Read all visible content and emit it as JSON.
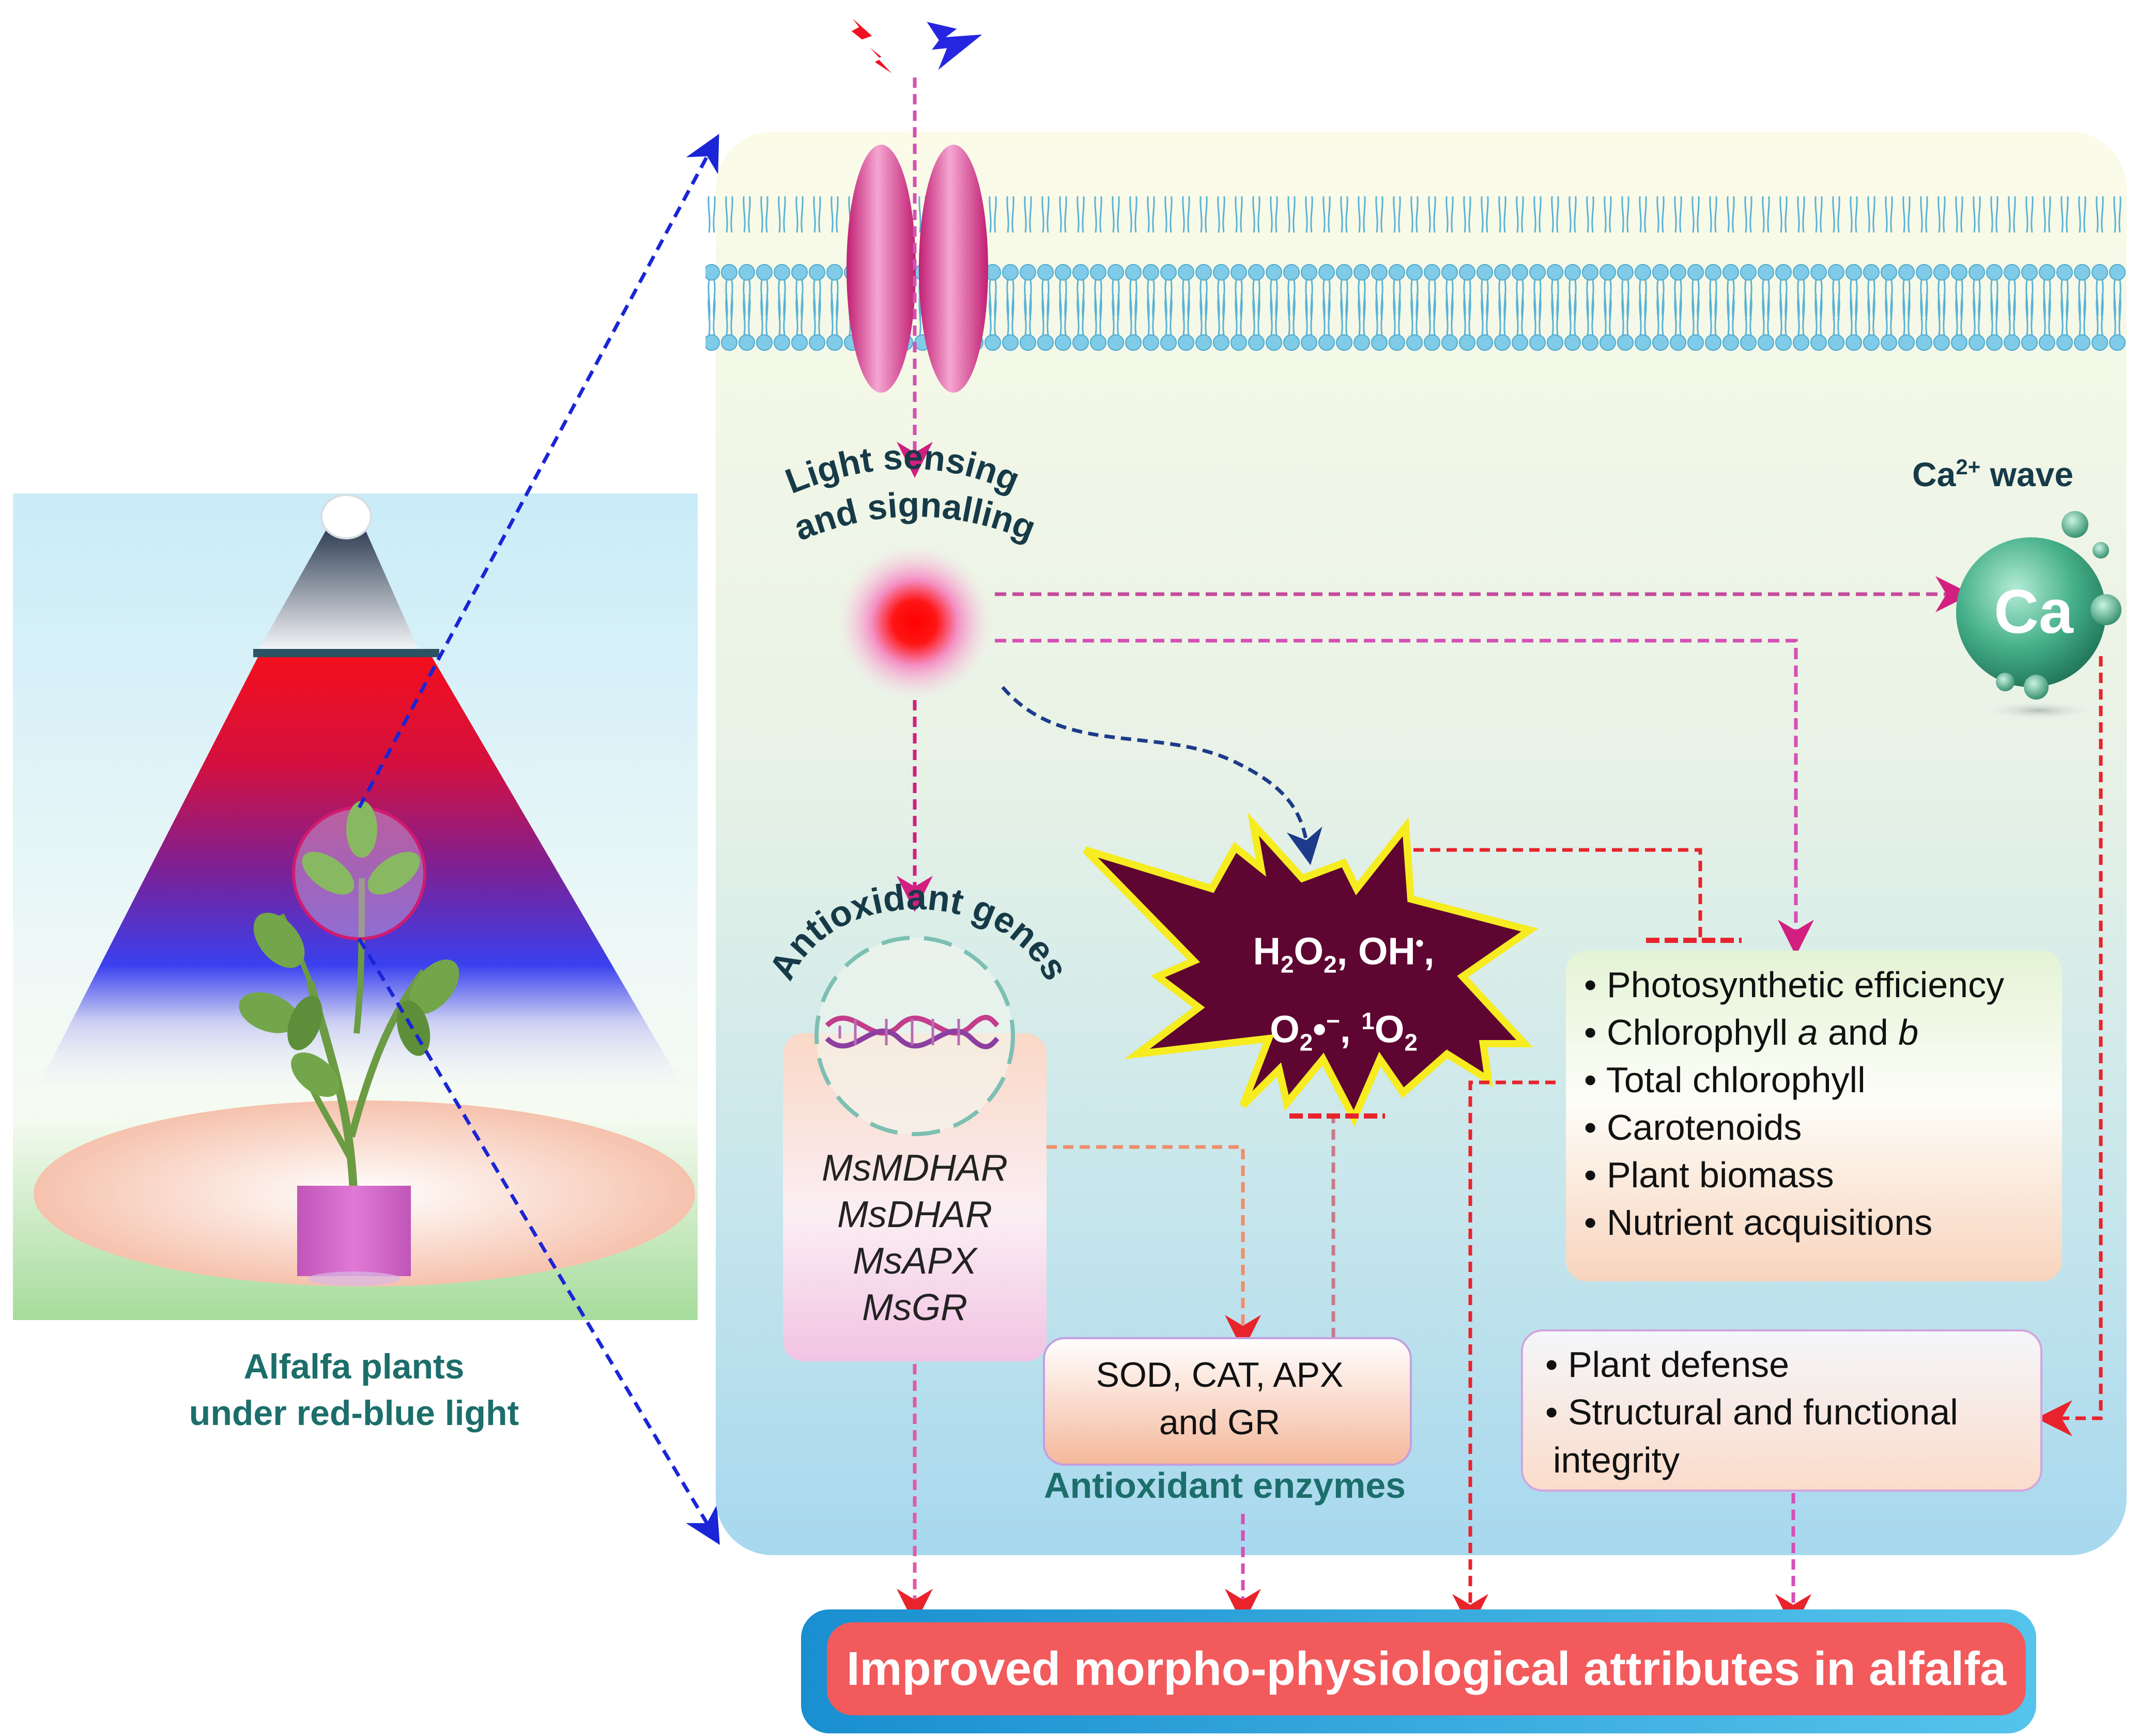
{
  "caption": {
    "line1": "Alfalfa plants",
    "line2": "under red-blue light"
  },
  "signal": {
    "label_line1": "Light sensing",
    "label_line2": "and signalling"
  },
  "ca_wave": {
    "label": "Ca",
    "superscript": "2+",
    "label_suffix": " wave",
    "ball_text": "Ca"
  },
  "antioxidant_genes": {
    "label": "Antioxidant genes",
    "genes": [
      "MsMDHAR",
      "MsDHAR",
      "MsAPX",
      "MsGR"
    ]
  },
  "ros": {
    "line1_html": "H<sub>2</sub>O<sub>2</sub>, OH<sup>•</sup>,",
    "line2_html": "O<sub>2</sub>•<sup>−</sup>, <sup>1</sup>O<sub>2</sub>"
  },
  "enzymes": {
    "line1": "SOD, CAT, APX",
    "line2": "and GR",
    "label": "Antioxidant enzymes"
  },
  "attributes": {
    "photosynthetic": "Photosynthetic efficiency",
    "chlorophyll_prefix": "Chlorophyll ",
    "chlorophyll_a": "a",
    "chlorophyll_mid": " and ",
    "chlorophyll_b": "b",
    "total_chlorophyll": "Total chlorophyll",
    "carotenoids": "Carotenoids",
    "biomass": "Plant biomass",
    "nutrient": "Nutrient acquisitions"
  },
  "defense": {
    "item1": "Plant defense",
    "item2": "Structural and functional",
    "item2_cont": "integrity"
  },
  "outcome": {
    "text": "Improved morpho-physiological attributes in alfalfa"
  },
  "colors": {
    "red_light": "#f00a1e",
    "blue_light": "#3a40ee",
    "pink_arrow": "#d64fb5",
    "red_dashed": "#e8232c",
    "dark_blue_arrow": "#1d3b8a",
    "ros_burst": "#5e0531",
    "ros_border": "#f6ec20",
    "outcome_fill": "#f25a5c",
    "outcome_border": "#2aa8df",
    "caption_teal": "#1c6e6a"
  }
}
